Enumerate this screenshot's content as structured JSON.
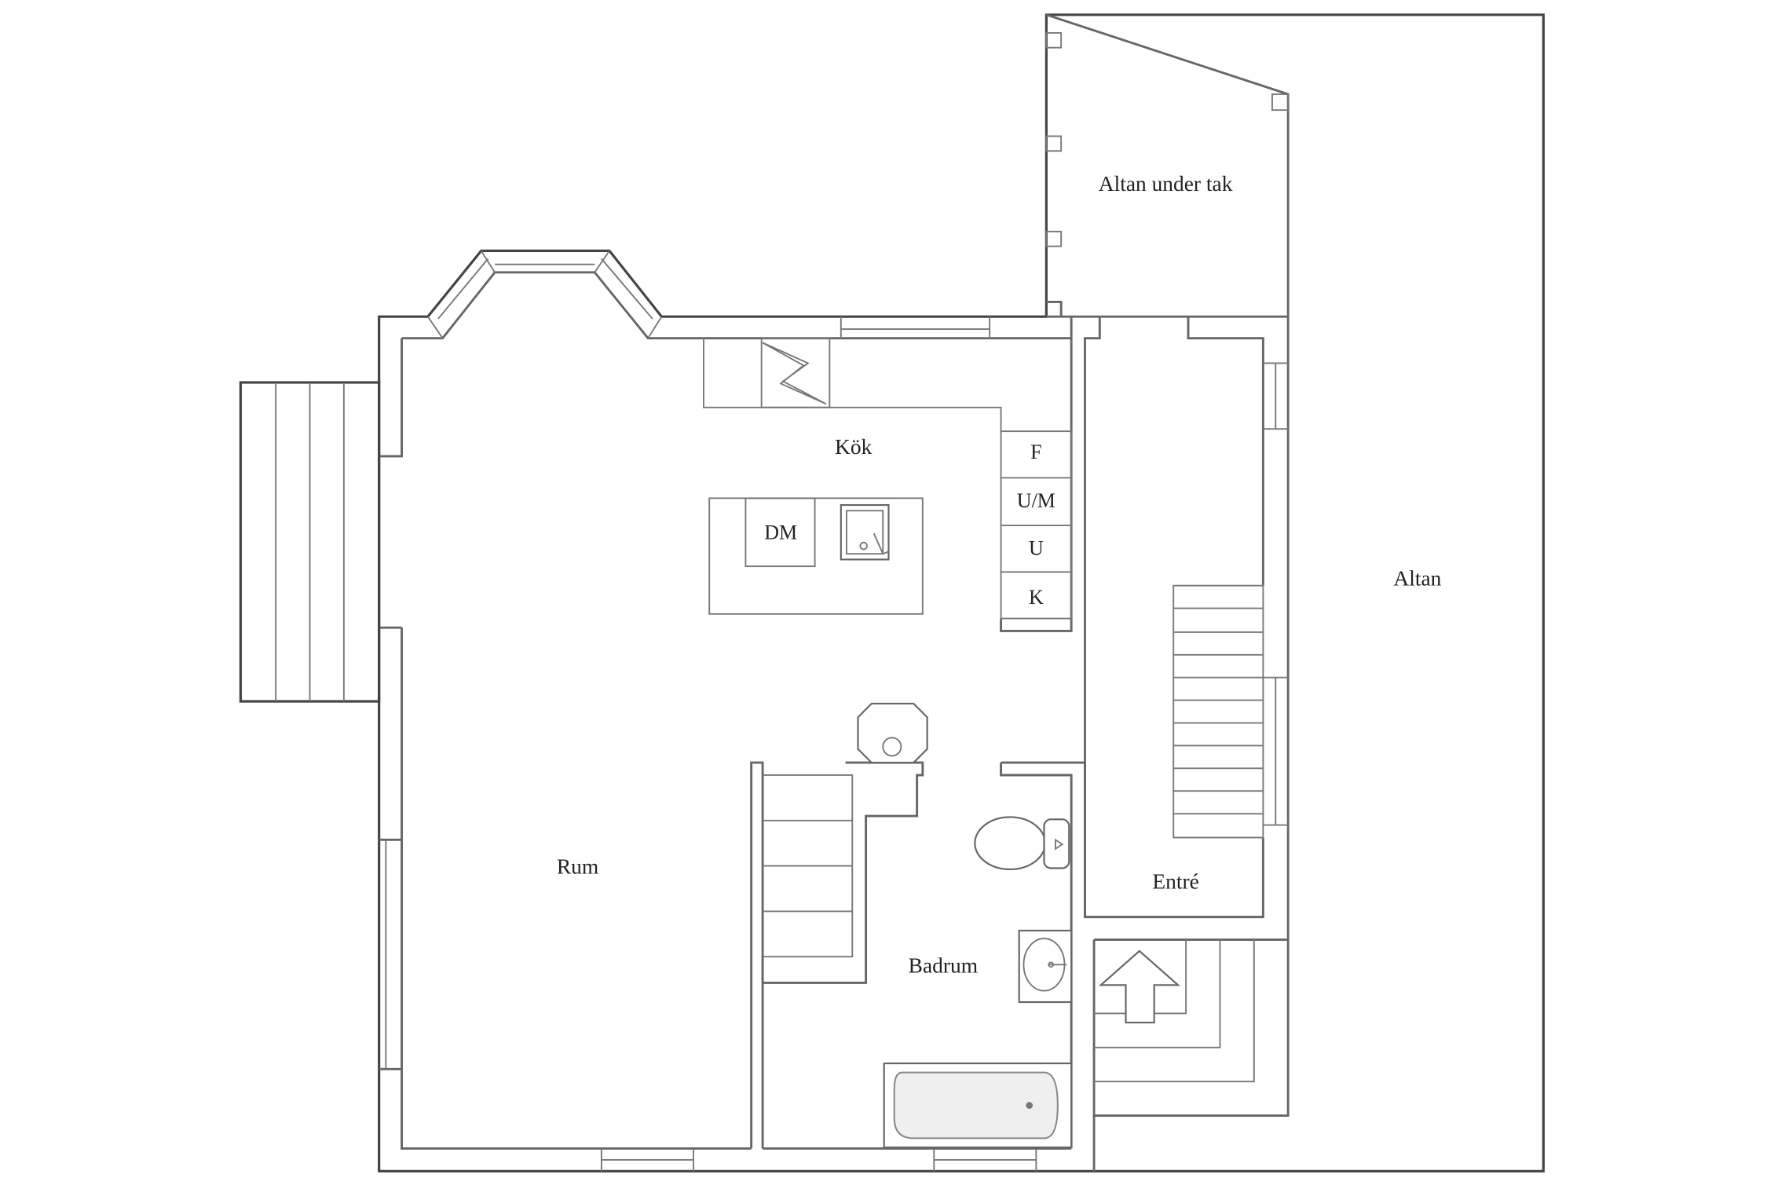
{
  "rooms": {
    "altan_under_tak": "Altan under tak",
    "altan": "Altan",
    "kok": "Kök",
    "rum": "Rum",
    "badrum": "Badrum",
    "entre": "Entré"
  },
  "kitchen_units": {
    "f": "F",
    "um": "U/M",
    "u": "U",
    "k": "K",
    "dm": "DM"
  },
  "colors": {
    "line": "#666666",
    "background": "#ffffff"
  }
}
